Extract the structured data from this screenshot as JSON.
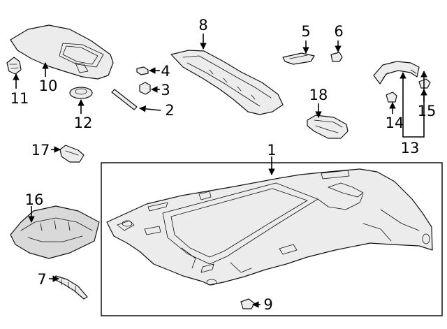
{
  "colors": {
    "line": "#111111",
    "fill": "#ececec",
    "fill_dark": "#d9d9d9",
    "background": "#ffffff"
  },
  "callouts": {
    "c1": "1",
    "c2": "2",
    "c3": "3",
    "c4": "4",
    "c5": "5",
    "c6": "6",
    "c7": "7",
    "c8": "8",
    "c9": "9",
    "c10": "10",
    "c11": "11",
    "c12": "12",
    "c13": "13",
    "c14": "14",
    "c15": "15",
    "c16": "16",
    "c17": "17",
    "c18": "18"
  }
}
